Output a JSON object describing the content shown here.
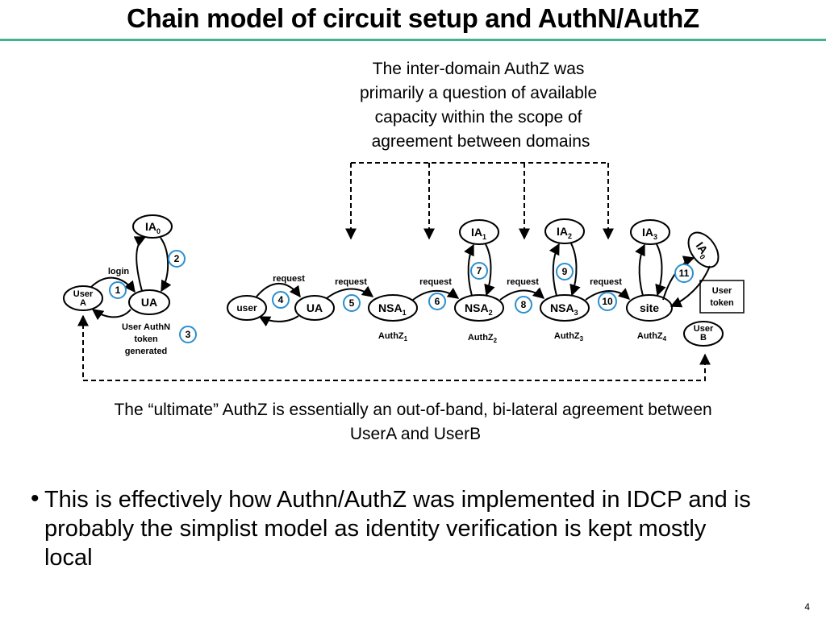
{
  "slide": {
    "title": "Chain model of circuit setup and AuthN/AuthZ",
    "page_number": "4",
    "accent_color": "#3fb58e"
  },
  "diagram": {
    "top_note": [
      "The inter-domain AuthZ was",
      "primarily a question of available",
      "capacity within the scope of",
      "agreement between domains"
    ],
    "bottom_note": [
      "The “ultimate” AuthZ is essentially an out-of-band, bi-lateral agreement between",
      "UserA and UserB"
    ],
    "nodes": {
      "ia0": {
        "base": "IA",
        "sub": "0"
      },
      "ia1": {
        "base": "IA",
        "sub": "1"
      },
      "ia2": {
        "base": "IA",
        "sub": "2"
      },
      "ia3": {
        "base": "IA",
        "sub": "3"
      },
      "ia0_right": {
        "base": "IA",
        "sub": "0"
      },
      "user_a": [
        "User",
        "A"
      ],
      "ua_left": "UA",
      "user": "user",
      "ua_mid": "UA",
      "nsa1": {
        "base": "NSA",
        "sub": "1"
      },
      "nsa2": {
        "base": "NSA",
        "sub": "2"
      },
      "nsa3": {
        "base": "NSA",
        "sub": "3"
      },
      "site": "site",
      "user_b": [
        "User",
        "B"
      ]
    },
    "user_token_box": [
      "User",
      "token"
    ],
    "labels": {
      "login": "login",
      "user_authn": [
        "User AuthN",
        "token",
        "generated"
      ],
      "request": "request"
    },
    "authz_labels": [
      {
        "base": "AuthZ",
        "sub": "1"
      },
      {
        "base": "AuthZ",
        "sub": "2"
      },
      {
        "base": "AuthZ",
        "sub": "3"
      },
      {
        "base": "AuthZ",
        "sub": "4"
      }
    ],
    "steps": [
      "1",
      "2",
      "3",
      "4",
      "5",
      "6",
      "7",
      "8",
      "9",
      "10",
      "11"
    ],
    "step_circle_color": "#2b8fd0"
  },
  "bullet": "This is effectively how Authn/AuthZ was implemented in IDCP and is probably the simplist model as identity verification is kept mostly local"
}
